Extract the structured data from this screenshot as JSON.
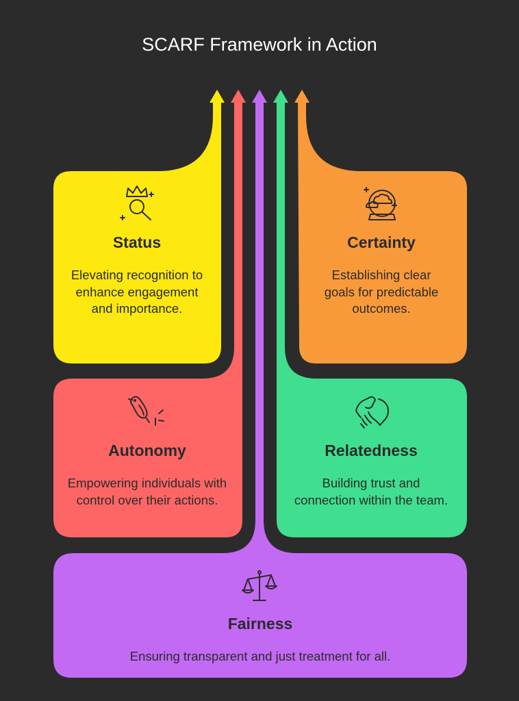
{
  "title": "SCARF Framework in Action",
  "colors": {
    "background": "#2b2b2b",
    "status": "#fde910",
    "autonomy": "#fe6666",
    "fairness": "#c36af4",
    "relatedness": "#3fdf8f",
    "certainty": "#f99a3a",
    "text": "#2b2b2b"
  },
  "elements": [
    {
      "key": "status",
      "title": "Status",
      "description": "Elevating recognition to enhance engagement and importance.",
      "icon": "crown-magnifier-icon"
    },
    {
      "key": "certainty",
      "title": "Certainty",
      "description": "Establishing clear goals for predictable outcomes.",
      "icon": "crystal-ball-icon"
    },
    {
      "key": "autonomy",
      "title": "Autonomy",
      "description": "Empowering individuals with control over their actions.",
      "icon": "bird-icon"
    },
    {
      "key": "relatedness",
      "title": "Relatedness",
      "description": "Building trust and connection within the team.",
      "icon": "handshake-icon"
    },
    {
      "key": "fairness",
      "title": "Fairness",
      "description": "Ensuring transparent and just treatment for all.",
      "icon": "balance-scale-icon"
    }
  ]
}
